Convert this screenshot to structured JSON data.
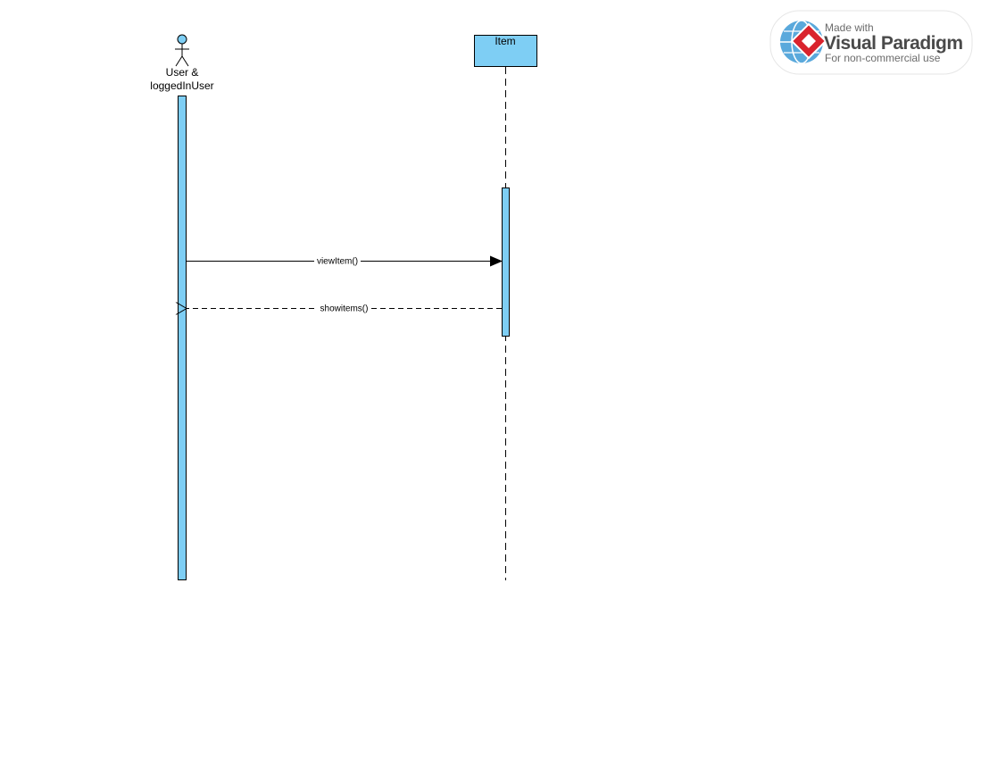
{
  "actor": {
    "name_line1": "User &",
    "name_line2": "loggedInUser"
  },
  "lifeline": {
    "name": "Item"
  },
  "messages": [
    {
      "label": "viewItem()",
      "kind": "synchronous-call"
    },
    {
      "label": "showitems()",
      "kind": "return"
    }
  ],
  "watermark": {
    "line1": "Made with",
    "line2": "Visual Paradigm",
    "line3": "For non-commercial use"
  },
  "colors": {
    "activation_fill": "#7ecef4",
    "line": "#000000",
    "watermark_red": "#d9232d",
    "watermark_globe": "#5aa9dc"
  }
}
